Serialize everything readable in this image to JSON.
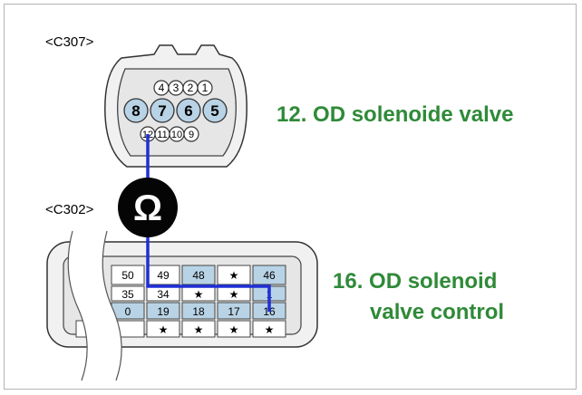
{
  "connectors": {
    "top_tag": "<C307>",
    "bottom_tag": "<C302>"
  },
  "callouts": {
    "top": "12. OD solenoide valve",
    "bottom_line1": "16. OD solenoid",
    "bottom_line2": "valve control"
  },
  "meter": {
    "symbol": "Ω",
    "icon": "ohmmeter-icon"
  },
  "c307_pins": {
    "top_row": [
      "4",
      "3",
      "2",
      "1"
    ],
    "middle_row": [
      "8",
      "7",
      "6",
      "5"
    ],
    "bottom_row": [
      "12",
      "11",
      "10",
      "9"
    ]
  },
  "c302_grid": {
    "rows": [
      [
        "50",
        "49",
        "48",
        "★",
        "46"
      ],
      [
        "35",
        "34",
        "★",
        "★",
        "1"
      ],
      [
        "0",
        "19",
        "18",
        "17",
        "16"
      ],
      [
        "★",
        "★",
        "★",
        "★",
        "★"
      ]
    ]
  },
  "colors": {
    "wire": "#1f2fd6",
    "callout_text": "#2f8a38",
    "highlight_cell": "#b9d3e6",
    "connector_body": "#eeeeee"
  }
}
